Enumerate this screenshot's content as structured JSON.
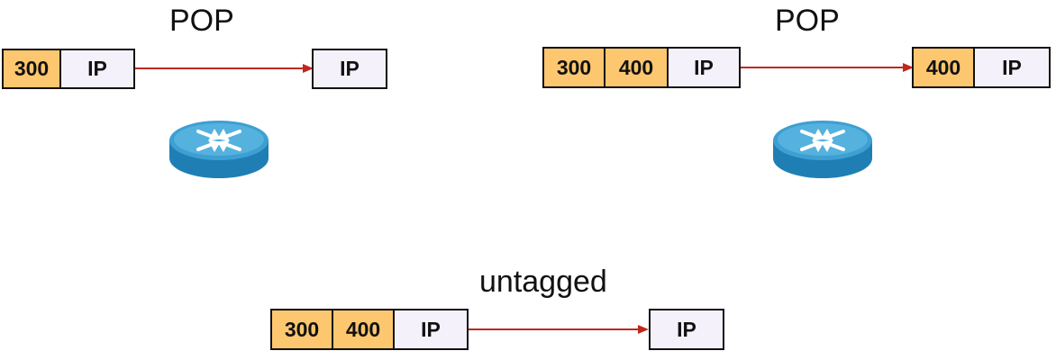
{
  "colors": {
    "label_fill": "#fdc76f",
    "payload_fill": "#f5f1fb",
    "border": "#111111",
    "arrow": "#c0281d",
    "router_top": "#3d9fd2",
    "router_side": "#1f7fb5"
  },
  "icons": {
    "router": "router-icon"
  },
  "pop_single": {
    "title": "POP",
    "input": [
      "300",
      "IP"
    ],
    "output": [
      "IP"
    ]
  },
  "pop_double": {
    "title": "POP",
    "input": [
      "300",
      "400",
      "IP"
    ],
    "output": [
      "400",
      "IP"
    ]
  },
  "untagged": {
    "title": "untagged",
    "input": [
      "300",
      "400",
      "IP"
    ],
    "output": [
      "IP"
    ]
  }
}
